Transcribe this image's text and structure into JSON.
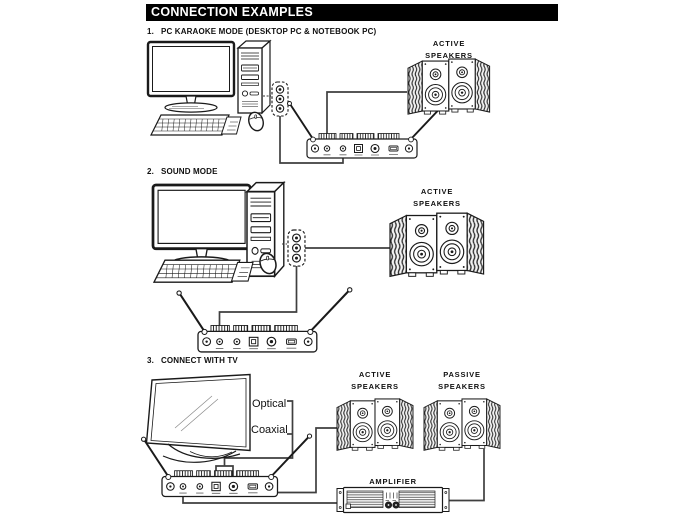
{
  "header": {
    "title": "CONNECTION EXAMPLES"
  },
  "sections": {
    "karaoke": {
      "number": "1.",
      "title": "PC KARAOKE MODE (DESKTOP PC & NOTEBOOK PC)",
      "speaker_label": {
        "line1": "ACTIVE",
        "line2": "SPEAKERS"
      },
      "figures": [
        "desktop-pc",
        "audio-jack-panel",
        "wireless-karaoke-mixer",
        "active-speakers"
      ]
    },
    "sound": {
      "number": "2.",
      "title": "SOUND MODE",
      "speaker_label": {
        "line1": "ACTIVE",
        "line2": "SPEAKERS"
      },
      "figures": [
        "desktop-pc",
        "audio-jack-panel",
        "wireless-karaoke-mixer",
        "active-speakers"
      ]
    },
    "tv": {
      "number": "3.",
      "title": "CONNECT WITH TV",
      "optical_label": "Optical",
      "coaxial_label": "Coaxial",
      "active_speaker_label": {
        "line1": "ACTIVE",
        "line2": "SPEAKERS"
      },
      "passive_speaker_label": {
        "line1": "PASSIVE",
        "line2": "SPEAKERS"
      },
      "amplifier_label": "AMPLIFIER",
      "figures": [
        "flat-screen-tv",
        "wireless-karaoke-mixer",
        "active-speakers",
        "passive-speakers",
        "amplifier"
      ]
    }
  },
  "colors": {
    "header_bg": "#000000",
    "header_text": "#ffffff",
    "ink": "#1a1a1a",
    "connection_line": "#3f3f3f",
    "background": "#ffffff"
  }
}
